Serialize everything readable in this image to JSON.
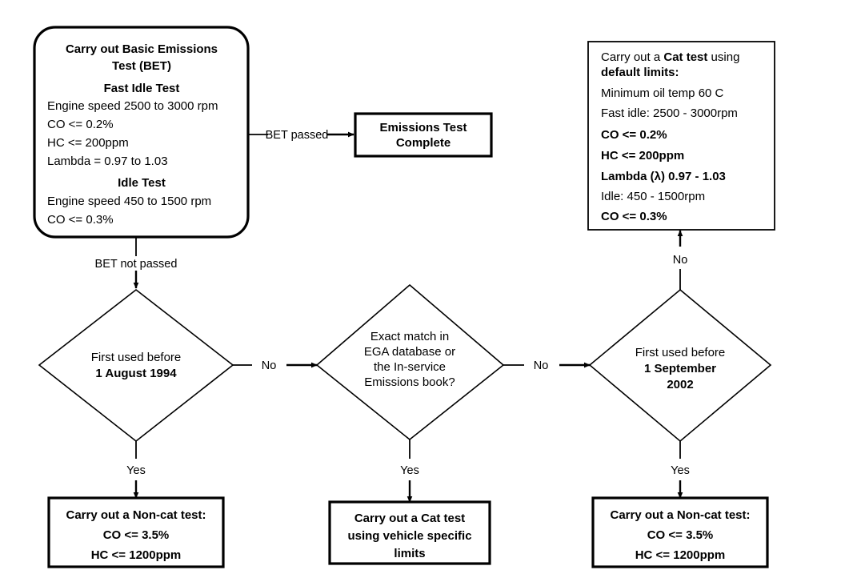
{
  "chart_data": {
    "type": "diagram",
    "title": "Emissions Test Decision Flowchart",
    "nodes": [
      {
        "id": "bet",
        "shape": "rounded-rect",
        "name": "basic-emissions-test-box"
      },
      {
        "id": "complete",
        "shape": "rect",
        "name": "emissions-test-complete-box"
      },
      {
        "id": "cat-default",
        "shape": "rect",
        "name": "cat-test-default-limits-box"
      },
      {
        "id": "d1",
        "shape": "diamond",
        "name": "first-used-before-1994-diamond"
      },
      {
        "id": "d2",
        "shape": "diamond",
        "name": "exact-match-ega-diamond"
      },
      {
        "id": "d3",
        "shape": "diamond",
        "name": "first-used-before-2002-diamond"
      },
      {
        "id": "noncat-left",
        "shape": "rect",
        "name": "non-cat-test-left-box"
      },
      {
        "id": "cat-specific",
        "shape": "rect",
        "name": "cat-test-vehicle-specific-box"
      },
      {
        "id": "noncat-right",
        "shape": "rect",
        "name": "non-cat-test-right-box"
      }
    ],
    "edges": [
      {
        "from": "bet",
        "to": "complete",
        "label": "BET passed"
      },
      {
        "from": "bet",
        "to": "d1",
        "label": "BET not passed"
      },
      {
        "from": "d1",
        "to": "d2",
        "label": "No"
      },
      {
        "from": "d1",
        "to": "noncat-left",
        "label": "Yes"
      },
      {
        "from": "d2",
        "to": "d3",
        "label": "No"
      },
      {
        "from": "d2",
        "to": "cat-specific",
        "label": "Yes"
      },
      {
        "from": "d3",
        "to": "cat-default",
        "label": "No"
      },
      {
        "from": "d3",
        "to": "noncat-right",
        "label": "Yes"
      }
    ]
  },
  "bet_box": {
    "title_line1": "Carry out Basic Emissions",
    "title_line2": "Test (BET)",
    "fast_idle_heading": "Fast Idle Test",
    "fast_idle_lines": [
      "Engine speed 2500 to 3000 rpm",
      "CO <= 0.2%",
      "HC <= 200ppm",
      "Lambda = 0.97 to 1.03"
    ],
    "idle_heading": "Idle Test",
    "idle_lines": [
      "Engine speed 450 to 1500 rpm",
      "CO <= 0.3%"
    ]
  },
  "complete_box": {
    "line1": "Emissions Test",
    "line2": "Complete"
  },
  "cat_default_box": {
    "line1_normal_a": "Carry out a ",
    "line1_bold": "Cat test",
    "line1_normal_b": " using",
    "line2_bold": "default limits:",
    "line3": "Minimum oil temp 60 C",
    "line4": "Fast idle: 2500 - 3000rpm",
    "line5_bold": "CO <= 0.2%",
    "line6_bold": "HC <= 200ppm",
    "line7_bold": "Lambda (λ) 0.97 - 1.03",
    "line8": "Idle: 450 - 1500rpm",
    "line9_bold": "CO <= 0.3%"
  },
  "diamond_1": {
    "line1": "First used before",
    "line2_bold": "1 August 1994"
  },
  "diamond_2": {
    "line1": "Exact match in",
    "line2": "EGA database or",
    "line3": "the In-service",
    "line4": "Emissions book?"
  },
  "diamond_3": {
    "line1": "First used before",
    "line2_bold": "1 September",
    "line3_bold": "2002"
  },
  "noncat_left_box": {
    "line1": "Carry out a Non-cat test:",
    "line2": "CO <= 3.5%",
    "line3": "HC <= 1200ppm"
  },
  "cat_specific_box": {
    "line1": "Carry out a Cat test",
    "line2": "using vehicle specific",
    "line3": "limits"
  },
  "noncat_right_box": {
    "line1": "Carry out a Non-cat test:",
    "line2": "CO <= 3.5%",
    "line3": "HC <= 1200ppm"
  },
  "edge_labels": {
    "bet_passed": "BET passed",
    "bet_not_passed": "BET not passed",
    "d1_no": "No",
    "d1_yes": "Yes",
    "d2_no": "No",
    "d2_yes": "Yes",
    "d3_no": "No",
    "d3_yes": "Yes"
  },
  "colors": {
    "stroke": "#000000",
    "fill": "#ffffff",
    "text": "#000000"
  }
}
